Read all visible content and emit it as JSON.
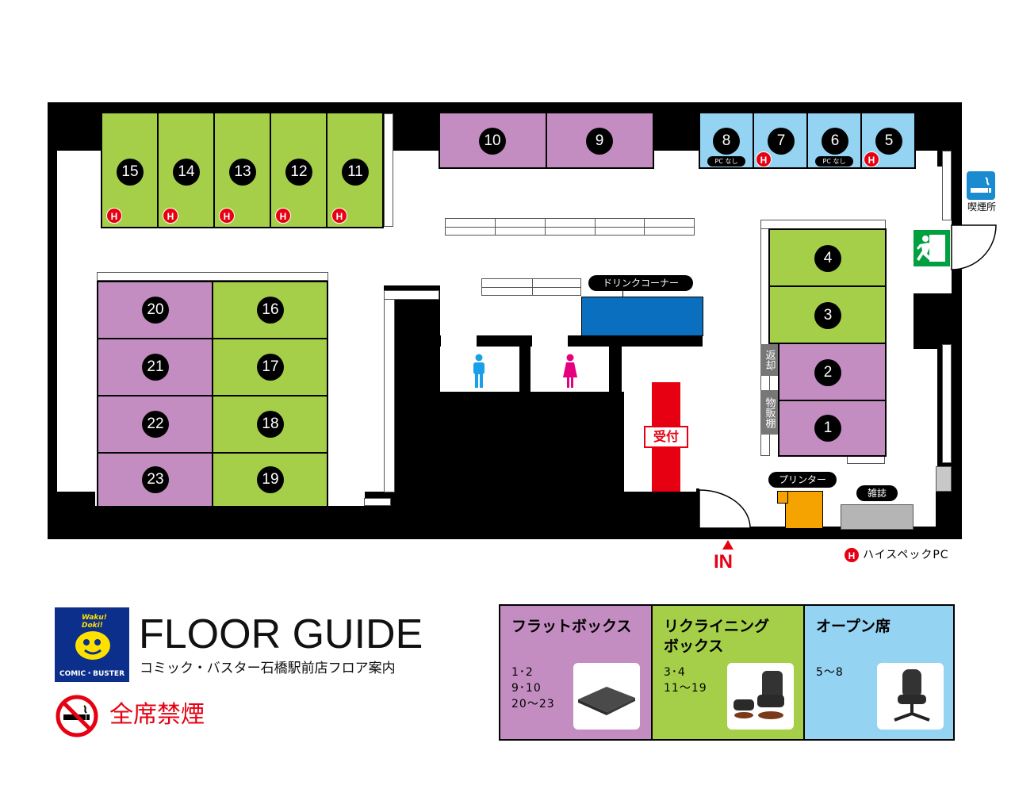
{
  "booths": {
    "b15": "15",
    "b14": "14",
    "b13": "13",
    "b12": "12",
    "b11": "11",
    "b10": "10",
    "b9": "9",
    "b8": "8",
    "b7": "7",
    "b6": "6",
    "b5": "5",
    "b4": "4",
    "b3": "3",
    "b2": "2",
    "b1": "1",
    "b20": "20",
    "b21": "21",
    "b22": "22",
    "b23": "23",
    "b16": "16",
    "b17": "17",
    "b18": "18",
    "b19": "19"
  },
  "high_spec_marker": "H",
  "pc_none_label": "PC なし",
  "labels": {
    "drink_corner": "ドリンクコーナー",
    "reception": "受付",
    "printer": "プリンター",
    "magazines": "雑誌",
    "return_shelf": "返却",
    "merch_shelf": "物販棚",
    "smoking_area": "喫煙所",
    "entrance": "IN",
    "high_spec_legend": "ハイスペックPC"
  },
  "footer": {
    "logo_top": "Waku! Doki!",
    "logo_brand": "COMIC・BUSTER",
    "title": "FLOOR GUIDE",
    "subtitle": "コミック・バスター石橋駅前店フロア案内",
    "no_smoking": "全席禁煙"
  },
  "legend": [
    {
      "title": "フラットボックス",
      "seats": "1･2\n9･10\n20～23",
      "color": "#c48dc1",
      "icon": "flat-mat-photo"
    },
    {
      "title": "リクライニング\nボックス",
      "seats": "3･4\n11～19",
      "color": "#a6cf49",
      "icon": "recliner-chair-photo"
    },
    {
      "title": "オープン席",
      "seats": "5～8",
      "color": "#94d3f2",
      "icon": "office-chair-photo"
    }
  ],
  "colors": {
    "flat_box": "#c48dc1",
    "reclining_box": "#a6cf49",
    "open_seat": "#94d3f2",
    "high_spec": "#e60012",
    "drink_corner": "#0a6fbf",
    "reception": "#e60012",
    "printer": "#f4a300",
    "exit_sign": "#00a040"
  }
}
